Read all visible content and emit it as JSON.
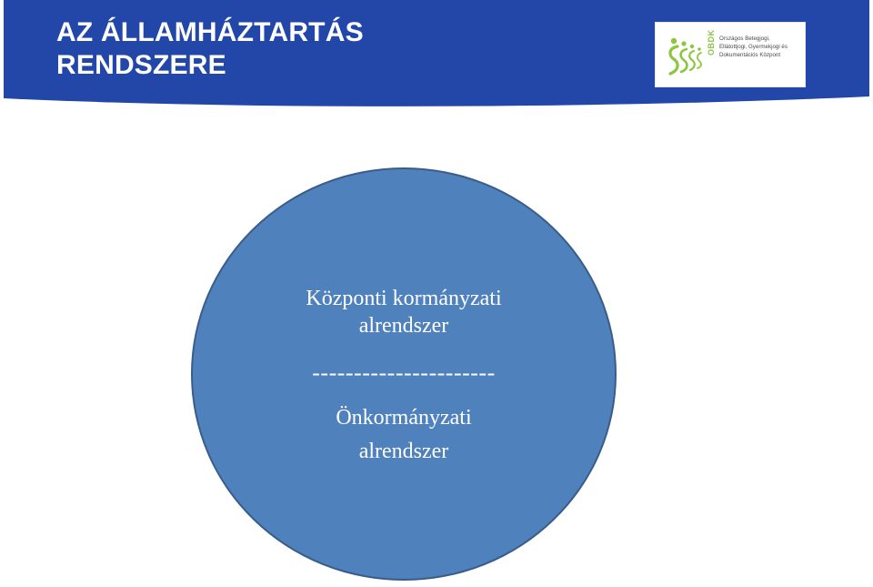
{
  "header": {
    "title_line1": "AZ ÁLLAMHÁZTARTÁS",
    "title_line2": "RENDSZERE",
    "band_color": "#2347a9"
  },
  "logo": {
    "acronym": "OBDK",
    "lines": [
      "Országos Betegjogi,",
      "Ellátottjogi, Gyermekjogi és",
      "Dokumentációs Központ"
    ],
    "accent_color": "#8cc63f"
  },
  "diagram": {
    "circle_color": "#4f81bd",
    "upper_label_line1": "Központi kormányzati",
    "upper_label_line2": "alrendszer",
    "separator": "----------------------",
    "lower_label_line1": "Önkormányzati",
    "lower_label_line2": "alrendszer"
  }
}
